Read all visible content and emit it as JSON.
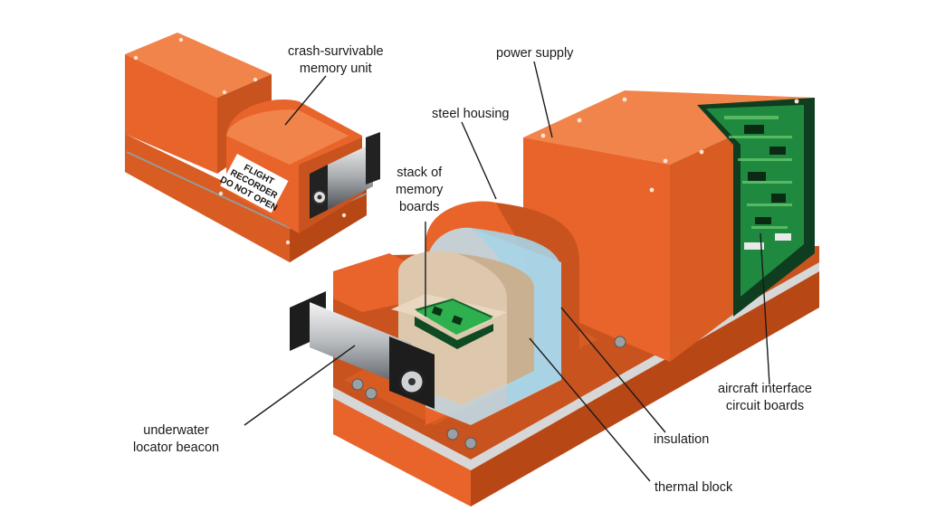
{
  "labels": {
    "memory_unit": [
      "crash-survivable",
      "memory unit"
    ],
    "power_supply": "power supply",
    "steel_housing": "steel housing",
    "stack_boards": [
      "stack of",
      "memory",
      "boards"
    ],
    "beacon": [
      "underwater",
      "locator beacon"
    ],
    "insulation": "insulation",
    "thermal_block": "thermal block",
    "interface_boards": [
      "aircraft interface",
      "circuit boards"
    ]
  },
  "stencil": [
    "FLIGHT",
    "RECORDER",
    "DO NOT OPEN"
  ],
  "colors": {
    "orange": "#e8642a",
    "orange_dark": "#b84716",
    "orange_light": "#f1844a",
    "insulation": "#bfe3f2",
    "thermal": "#ddc8ad",
    "pcb": "#1f8a3f",
    "steel": "#9aa0a6"
  }
}
